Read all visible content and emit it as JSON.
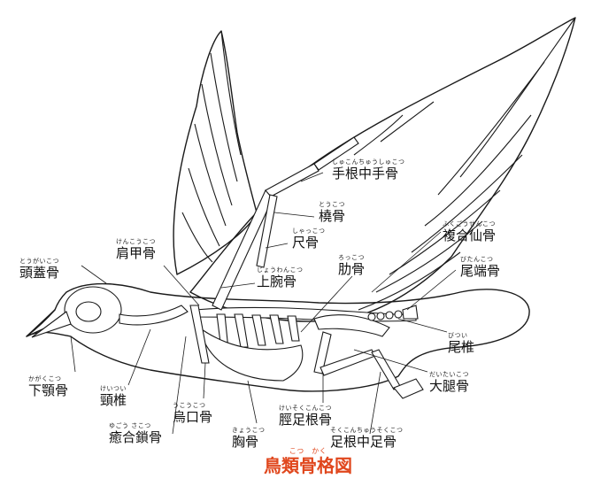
{
  "title": {
    "furigana": "こつ　かく",
    "text": "鳥類骨格図",
    "color": "#e0471d"
  },
  "labels": {
    "tougaikotsu": {
      "furigana": "とうがいこつ",
      "name": "頭蓋骨"
    },
    "kenkoukotsu": {
      "furigana": "けんこうこつ",
      "name": "肩甲骨"
    },
    "shukon": {
      "furigana": "しゅこんちゅうしゅこつ",
      "name": "手根中手骨"
    },
    "toukotsu": {
      "furigana": "とうこつ",
      "name": "橈骨"
    },
    "shakkotsu": {
      "furigana": "しゃっこつ",
      "name": "尺骨"
    },
    "jouwan": {
      "furigana": "じょうわんこつ",
      "name": "上腕骨"
    },
    "rokkotsu": {
      "furigana": "ろっこつ",
      "name": "肋骨"
    },
    "fukugou": {
      "furigana": "ふくごうせんこつ",
      "name": "複合仙骨"
    },
    "bitan": {
      "furigana": "びたんこつ",
      "name": "尾端骨"
    },
    "bitsui": {
      "furigana": "びつい",
      "name": "尾椎"
    },
    "daitai": {
      "furigana": "だいたいこつ",
      "name": "大腿骨"
    },
    "kagaku": {
      "furigana": "かがくこつ",
      "name": "下顎骨"
    },
    "keitsui": {
      "furigana": "けいつい",
      "name": "頸椎"
    },
    "ukou": {
      "furigana": "うこうこつ",
      "name": "烏口骨"
    },
    "kyoukotsu": {
      "furigana": "きょうこつ",
      "name": "胸骨"
    },
    "keisoku": {
      "furigana": "けいそくこんこつ",
      "name": "脛足根骨"
    },
    "yugou": {
      "furigana": "ゆごう さこつ",
      "name": "癒合鎖骨"
    },
    "sokkon": {
      "furigana": "そくこんちゅうそくこつ",
      "name": "足根中足骨"
    }
  }
}
